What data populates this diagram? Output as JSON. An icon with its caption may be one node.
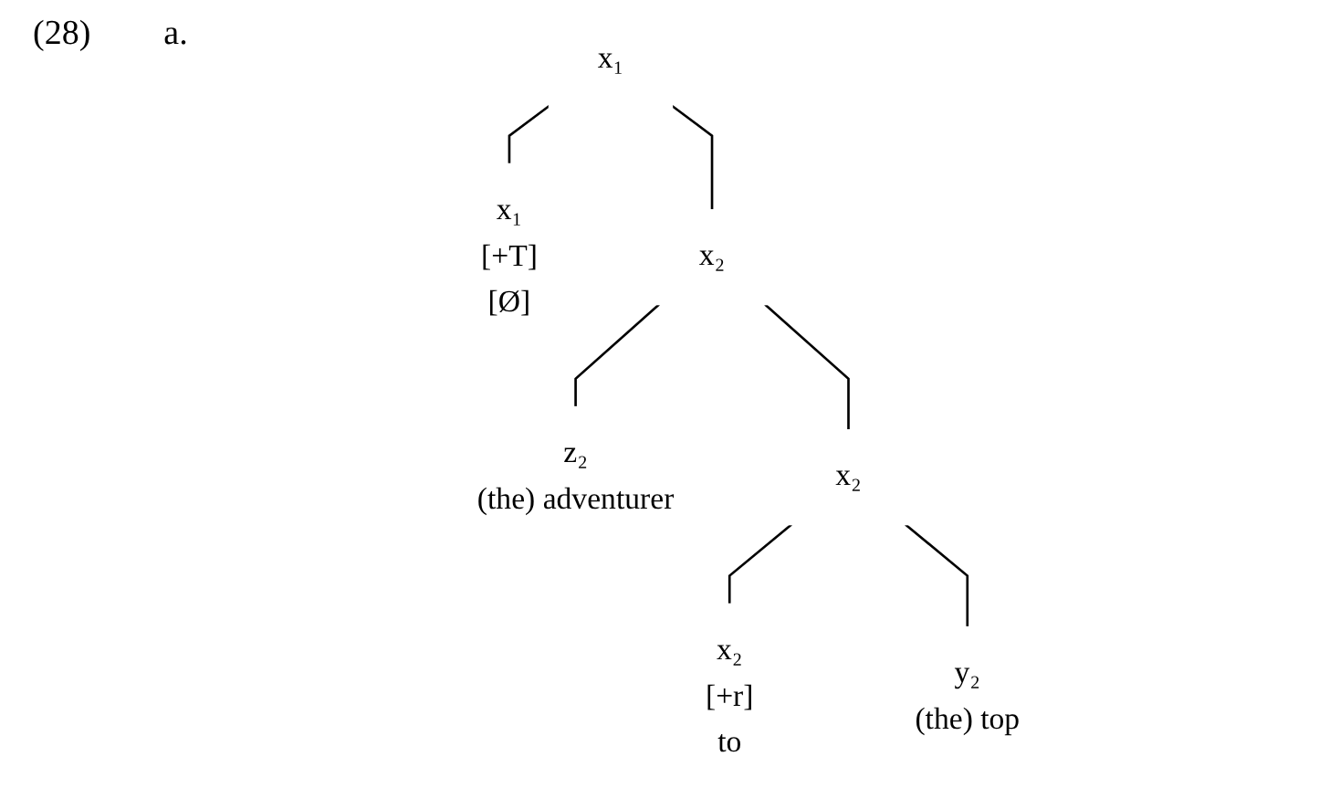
{
  "diagram": {
    "nodes": [
      {
        "text": [
          "x₁"
        ]
      },
      {
        "text": [
          "x₁",
          "[+T]",
          "[Ø]"
        ]
      },
      {
        "text": [
          "x₂"
        ]
      },
      {
        "text": [
          "z₂",
          "(the) adventurer"
        ]
      },
      {
        "text": [
          "x₂"
        ]
      },
      {
        "text": [
          "x₂",
          "[+r]",
          "to"
        ]
      },
      {
        "text": [
          "y₂",
          "(the) top"
        ]
      }
    ],
    "edges": [
      {
        "from": 0,
        "to": 1,
        "arrow": "none"
      },
      {
        "from": 0,
        "to": 2,
        "arrow": "none"
      },
      {
        "from": 2,
        "to": 3,
        "arrow": "none"
      },
      {
        "from": 2,
        "to": 4,
        "arrow": "none"
      },
      {
        "from": 4,
        "to": 5,
        "arrow": "none"
      },
      {
        "from": 4,
        "to": 6,
        "arrow": "none"
      }
    ],
    "labels": [
      "(28)",
      "a."
    ]
  }
}
